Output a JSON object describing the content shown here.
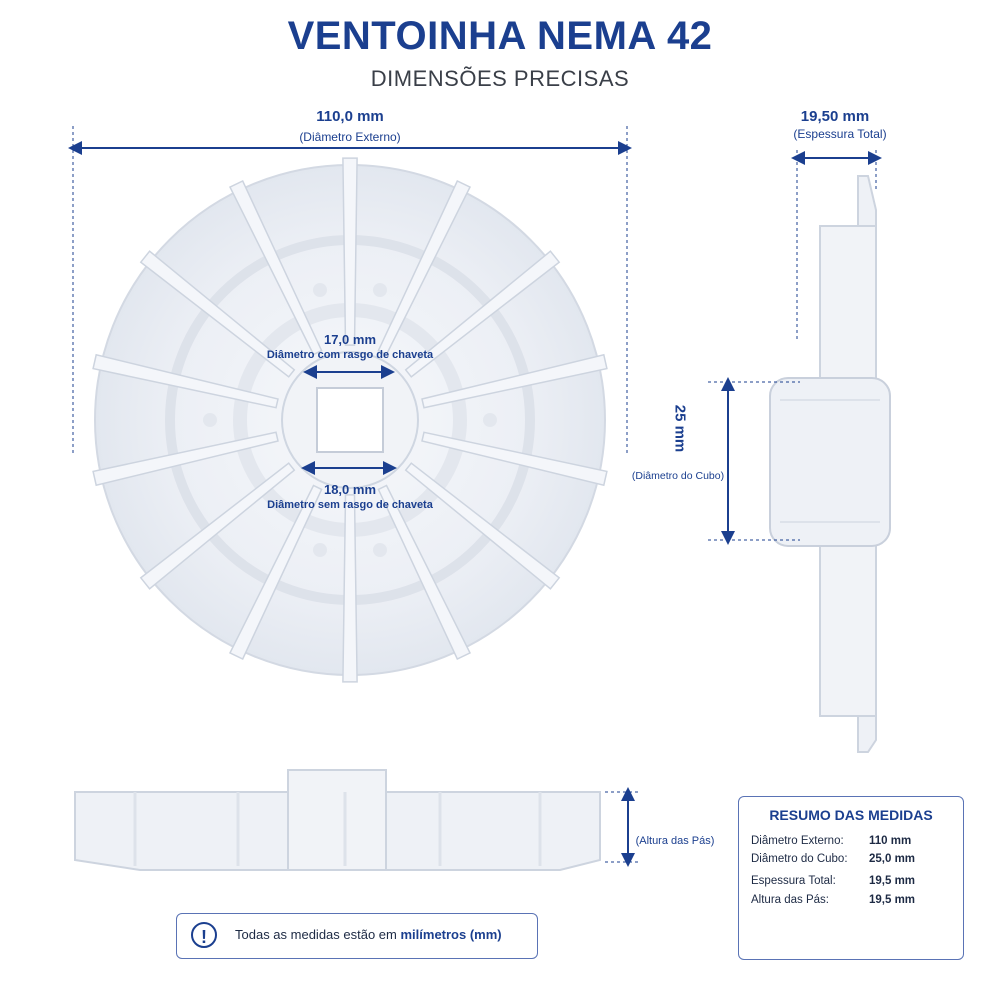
{
  "header": {
    "title": "VENTOINHA NEMA 42",
    "subtitle": "DIMENSÕES PRECISAS"
  },
  "dimensions": {
    "outer": {
      "value": "110,0 mm",
      "label": "(Diâmetro Externo)"
    },
    "thickness": {
      "value": "19,50 mm",
      "label": "(Espessura Total)"
    },
    "bore_keyway": {
      "value": "17,0 mm",
      "label": "Diâmetro com rasgo de chaveta"
    },
    "bore_plain": {
      "value": "18,0 mm",
      "label": "Diâmetro sem rasgo de chaveta"
    },
    "hub": {
      "value": "25 mm",
      "label": "(Diâmetro do Cubo)"
    },
    "blade_height": {
      "label": "(Altura das Pás)"
    }
  },
  "summary": {
    "title": "RESUMO DAS MEDIDAS",
    "rows": [
      {
        "label": "Diâmetro Externo:",
        "value": "110 mm"
      },
      {
        "label": "Diâmetro do Cubo:",
        "value": "25,0 mm"
      },
      {
        "label": "Espessura Total:",
        "value": "19,5 mm"
      },
      {
        "label": "Altura das Pás:",
        "value": "19,5 mm"
      }
    ]
  },
  "note": {
    "icon": "exclamation-icon",
    "text_before": "Todas as medidas estão em ",
    "text_bold": "milímetros (mm)"
  },
  "colors": {
    "brand": "#1b3f8f",
    "part": "#eef1f6",
    "part_edge": "#c9d0dc"
  }
}
